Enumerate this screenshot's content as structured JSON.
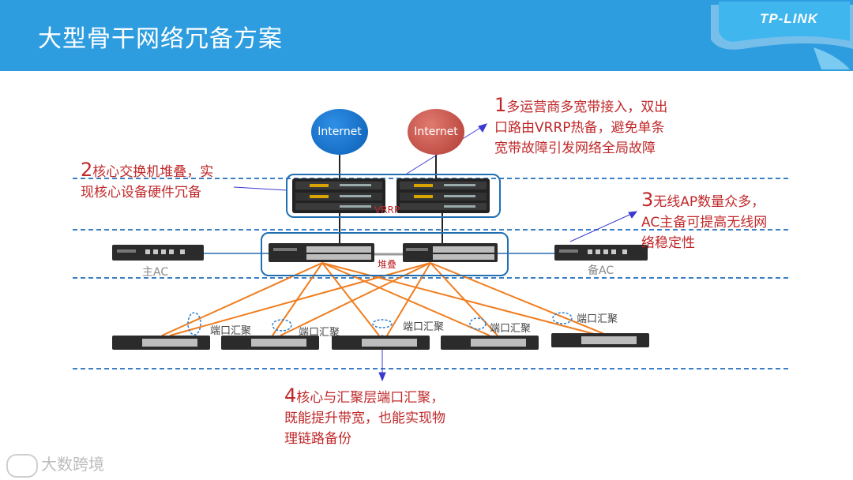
{
  "header": {
    "title": "大型骨干网络冗备方案",
    "logo_text": "TP-LINK",
    "bg_color": "#2e9de0"
  },
  "clouds": [
    {
      "label": "Internet",
      "color": "#0b5fb5"
    },
    {
      "label": "Internet",
      "color": "#b23c33"
    }
  ],
  "labels": {
    "vrrp": "VRRP",
    "stack": "堆叠",
    "main_ac": "主AC",
    "backup_ac": "备AC",
    "port_agg": "端口汇聚"
  },
  "annotations": {
    "a1": {
      "num": "1",
      "lines": [
        "多运营商多宽带接入，双出",
        "口路由VRRP热备，避免单条",
        "宽带故障引发网络全局故障"
      ]
    },
    "a2": {
      "num": "2",
      "lines": [
        "核心交换机堆叠，实",
        "现核心设备硬件冗备"
      ]
    },
    "a3": {
      "num": "3",
      "lines": [
        "无线AP数量众多，",
        "AC主备可提高无线网",
        "络稳定性"
      ]
    },
    "a4": {
      "num": "4",
      "lines": [
        "核心与汇聚层端口汇聚，",
        "既能提升带宽，也能实现物",
        "理链路备份"
      ]
    }
  },
  "watermark": "大数跨境",
  "colors": {
    "accent_red": "#c0282a",
    "link_orange": "#f07d1e",
    "box_blue": "#1f6fb2"
  }
}
